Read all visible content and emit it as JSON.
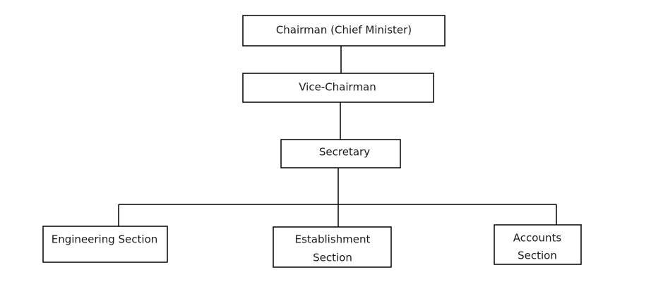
{
  "diagram": {
    "nodes": {
      "chairman": {
        "label": "Chairman (Chief Minister)"
      },
      "vice_chairman": {
        "label": "Vice-Chairman"
      },
      "secretary": {
        "label": "Secretary"
      },
      "engineering": {
        "label": "Engineering Section"
      },
      "establishment": {
        "line1": "Establishment",
        "line2": "Section"
      },
      "accounts": {
        "line1": "Accounts",
        "line2": "Section"
      }
    },
    "edges": [
      {
        "from": "chairman",
        "to": "vice_chairman"
      },
      {
        "from": "vice_chairman",
        "to": "secretary"
      },
      {
        "from": "secretary",
        "to": "engineering"
      },
      {
        "from": "secretary",
        "to": "establishment"
      },
      {
        "from": "secretary",
        "to": "accounts"
      }
    ]
  }
}
